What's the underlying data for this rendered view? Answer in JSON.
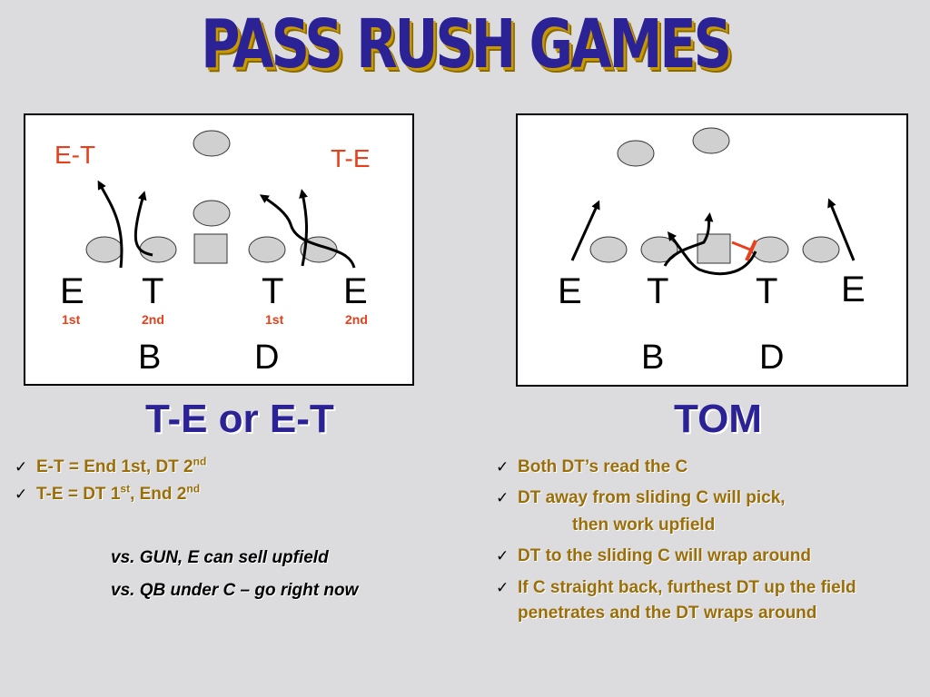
{
  "slide": {
    "title": "PASS RUSH GAMES"
  },
  "left_panel": {
    "game_labels": [
      "E-T",
      "T-E"
    ],
    "line_labels": [
      "E",
      "T",
      "T",
      "E"
    ],
    "order_labels": [
      "1st",
      "2nd",
      "1st",
      "2nd"
    ],
    "backer_labels": [
      "B",
      "D"
    ],
    "heading": "T-E or E-T"
  },
  "right_panel": {
    "line_labels": [
      "E",
      "T",
      "T",
      "E"
    ],
    "backer_labels": [
      "B",
      "D"
    ],
    "heading": "TOM"
  },
  "left_bullets": {
    "item1": {
      "text": "E-T = End 1st, DT 2",
      "sup": "nd"
    },
    "item2": {
      "text": "T-E = DT 1",
      "sup": "st",
      "text_after": ", End 2",
      "sup2": "nd"
    },
    "notes": [
      "vs. GUN, E can sell upfield",
      "vs. QB under C – go right now"
    ]
  },
  "right_bullets": {
    "items": [
      "Both DT’s read the C",
      "DT away from sliding C will pick,",
      "then work upfield",
      "DT to the sliding C will wrap around",
      "If C straight back, furthest DT up the field penetrates and the DT wraps around"
    ]
  },
  "colors": {
    "title": "#2b2296",
    "title_shadow": "#c99a00",
    "accent_red": "#e8401c",
    "bullet_text": "#9a6e08",
    "player_fill": "#d0d0d0"
  },
  "icons": {
    "bullet": "check-icon"
  }
}
